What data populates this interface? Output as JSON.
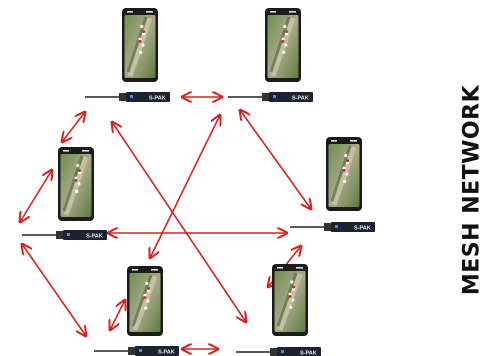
{
  "title": "MESH NETWORK",
  "colors": {
    "arrow": "#d4231f",
    "phone_body": "#1b1b1b",
    "radio_body": "#1c2230",
    "radio_label": "#e8eef8",
    "text": "#111111"
  },
  "icons": {
    "node_phone": "smartphone-map-icon",
    "node_radio": "usb-radio-dongle-icon",
    "link": "double-headed-arrow-icon"
  },
  "radio_label": "S-PAK",
  "nodes": [
    {
      "id": "top-left"
    },
    {
      "id": "top-right"
    },
    {
      "id": "left"
    },
    {
      "id": "right"
    },
    {
      "id": "bottom-left"
    },
    {
      "id": "bottom-right"
    }
  ],
  "links": [
    {
      "from": "top-left",
      "to": "top-right"
    },
    {
      "from": "top-left",
      "to": "left"
    },
    {
      "from": "top-left",
      "to": "bottom-right"
    },
    {
      "from": "top-right",
      "to": "right"
    },
    {
      "from": "top-right",
      "to": "bottom-left"
    },
    {
      "from": "left",
      "to": "right"
    },
    {
      "from": "left",
      "to": "bottom-left"
    },
    {
      "from": "right",
      "to": "bottom-right"
    },
    {
      "from": "bottom-left",
      "to": "bottom-right"
    }
  ]
}
